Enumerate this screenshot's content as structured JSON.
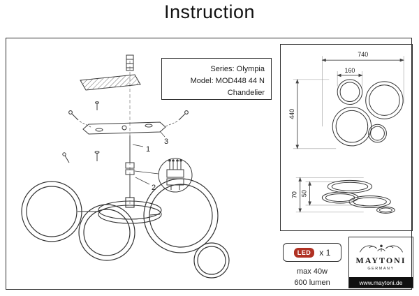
{
  "page": {
    "title": "Instruction"
  },
  "series_box": {
    "lines": [
      "Series: Olympia",
      "Model: MOD448 44 N",
      "Chandelier"
    ]
  },
  "dimensions": {
    "front_width": "740",
    "front_ring": "160",
    "front_height": "440",
    "side_height": "70",
    "side_ring": "50"
  },
  "assembly": {
    "callouts": [
      "1",
      "2",
      "3"
    ]
  },
  "led": {
    "badge": "LED",
    "count": "x 1",
    "power": "max 40w",
    "lumen": "600 lumen"
  },
  "brand": {
    "name": "MAYTONI",
    "tagline": "GERMANY",
    "url": "www.maytoni.de"
  },
  "colors": {
    "led_badge": "#b03123",
    "footer_bar": "#101010",
    "line": "#3a3a3a"
  }
}
